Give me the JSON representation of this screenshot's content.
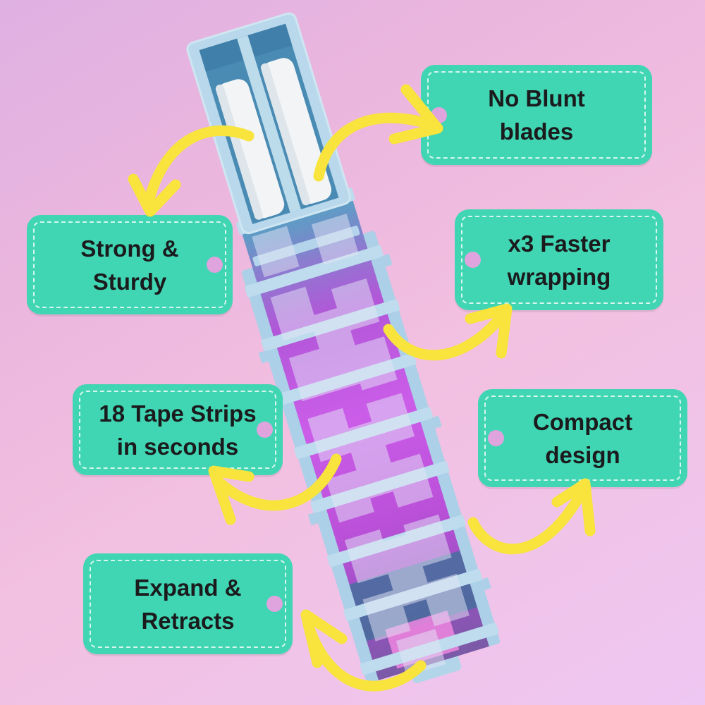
{
  "page": {
    "description": "Product infographic: expandable dual-roll tape dispenser on pink background with six teal feature callout tags linked by hand-drawn yellow arrows"
  },
  "colors": {
    "background_top": "#dfb0e2",
    "background_bottom": "#eec7f2",
    "label_fill": "#40d5b3",
    "label_text": "#1b1b1d",
    "label_hole": "#dfa3de",
    "label_dashed_border": "rgba(255,255,255,0.78)",
    "arrow_yellow": "#f8e43c",
    "product_plastic_blue": "#b9d8ec",
    "product_interior_blue": "#4a8bb4",
    "product_glow_purple": "#cb5de9",
    "tape_roll_white": "#f2f4f6"
  },
  "labels": [
    {
      "id": "no-blunt-blades",
      "lines": [
        "No Blunt",
        "blades"
      ],
      "hole_side": "left"
    },
    {
      "id": "strong-sturdy",
      "lines": [
        "Strong &",
        "Sturdy"
      ],
      "hole_side": "right"
    },
    {
      "id": "x3-faster-wrapping",
      "lines": [
        "x3 Faster",
        "wrapping"
      ],
      "hole_side": "left"
    },
    {
      "id": "tape-strips",
      "lines": [
        "18 Tape Strips",
        "in seconds"
      ],
      "hole_side": "right"
    },
    {
      "id": "compact-design",
      "lines": [
        "Compact",
        "design"
      ],
      "hole_side": "left"
    },
    {
      "id": "expand-retracts",
      "lines": [
        "Expand &",
        "Retracts"
      ],
      "hole_side": "right"
    }
  ],
  "arrows": [
    {
      "from": "product",
      "to": "strong-sturdy"
    },
    {
      "from": "product",
      "to": "no-blunt-blades"
    },
    {
      "from": "product",
      "to": "x3-faster-wrapping"
    },
    {
      "from": "product",
      "to": "tape-strips"
    },
    {
      "from": "product",
      "to": "compact-design"
    },
    {
      "from": "product",
      "to": "expand-retracts"
    }
  ],
  "product": {
    "tape_roll_count": 2
  }
}
